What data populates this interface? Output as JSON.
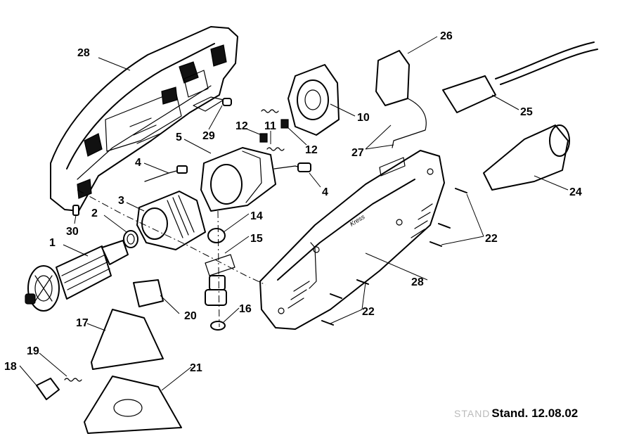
{
  "diagram": {
    "part_numbers": {
      "p1": "1",
      "p2": "2",
      "p3": "3",
      "p4a": "4",
      "p4b": "4",
      "p5": "5",
      "p10": "10",
      "p11": "11",
      "p12a": "12",
      "p12b": "12",
      "p14": "14",
      "p15": "15",
      "p16": "16",
      "p17": "17",
      "p18": "18",
      "p19": "19",
      "p20": "20",
      "p21": "21",
      "p22a": "22",
      "p22b": "22",
      "p24": "24",
      "p25": "25",
      "p26": "26",
      "p27": "27",
      "p28a": "28",
      "p28b": "28",
      "p29": "29",
      "p30": "30"
    },
    "housing_logo": "Kress",
    "stamp_faint": "STAND",
    "stamp_date": "Stand. 12.08.02"
  },
  "colors": {
    "ink": "#000000",
    "paper": "#ffffff",
    "faint": "#bbbbbb"
  }
}
